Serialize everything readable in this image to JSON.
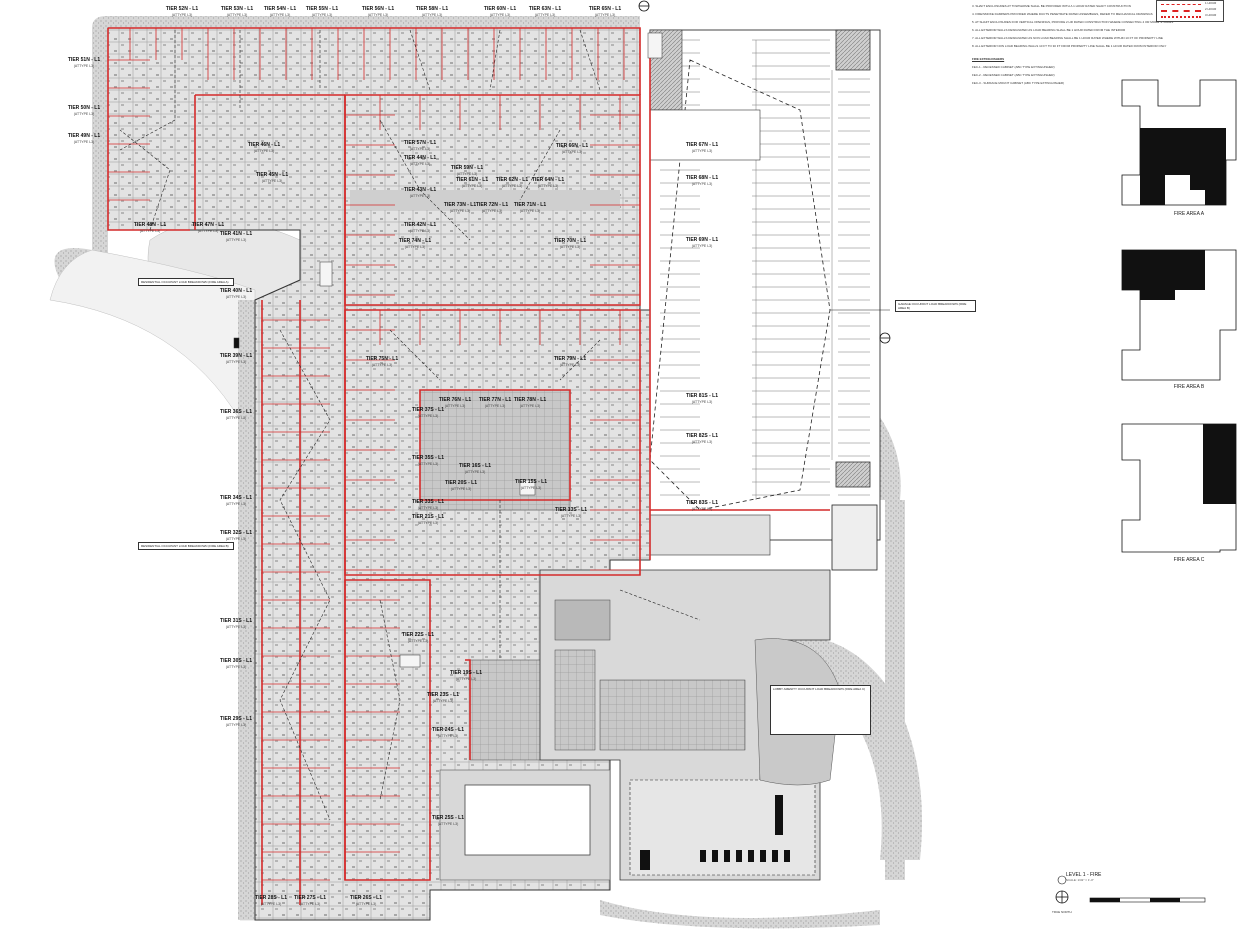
{
  "plan": {
    "tiers": [
      {
        "label": "TIER 52N - L1",
        "sub": "(ATTYPE L3)"
      },
      {
        "label": "TIER 53N - L1",
        "sub": "(ATTYPE L3)"
      },
      {
        "label": "TIER 54N - L1",
        "sub": "(ATTYPE L3)"
      },
      {
        "label": "TIER 55N - L1",
        "sub": "(ATTYPE L3)"
      },
      {
        "label": "TIER 56N - L1",
        "sub": "(ATTYPE L3)"
      },
      {
        "label": "TIER 58N - L1",
        "sub": "(ATTYPE L3)"
      },
      {
        "label": "TIER 60N - L1",
        "sub": "(ATTYPE L3)"
      },
      {
        "label": "TIER 63N - L1",
        "sub": "(ATTYPE L3)"
      },
      {
        "label": "TIER 65N - L1",
        "sub": "(ATTYPE L3)"
      },
      {
        "label": "TIER 51N - L1",
        "sub": "(ATTYPE L3)"
      },
      {
        "label": "TIER 50N - L1",
        "sub": "(ATTYPE L3)"
      },
      {
        "label": "TIER 49N - L1",
        "sub": "(ATTYPE L3)"
      },
      {
        "label": "TIER 46N - L1",
        "sub": "(ATTYPE L3)"
      },
      {
        "label": "TIER 45N - L1",
        "sub": "(ATTYPE L3)"
      },
      {
        "label": "TIER 48N - L1",
        "sub": "(ATTYPE L3)"
      },
      {
        "label": "TIER 47N - L1",
        "sub": "(ATTYPE L3)"
      },
      {
        "label": "TIER 41N - L1",
        "sub": "(ATTYPE L3)"
      },
      {
        "label": "TIER 40N - L1",
        "sub": "(ATTYPE L3)"
      },
      {
        "label": "TIER 39N - L1",
        "sub": "(ATTYPE L3)"
      },
      {
        "label": "TIER 36S - L1",
        "sub": "(ATTYPE L3)"
      },
      {
        "label": "TIER 34S - L1",
        "sub": "(ATTYPE L3)"
      },
      {
        "label": "TIER 32S - L1",
        "sub": "(ATTYPE L3)"
      },
      {
        "label": "TIER 31S - L1",
        "sub": "(ATTYPE L3)"
      },
      {
        "label": "TIER 30S - L1",
        "sub": "(ATTYPE L3)"
      },
      {
        "label": "TIER 29S - L1",
        "sub": "(ATTYPE L3)"
      },
      {
        "label": "TIER 28S - L1",
        "sub": "(ATTYPE L3)"
      },
      {
        "label": "TIER 27S - L1",
        "sub": "(ATTYPE L3)"
      },
      {
        "label": "TIER 26S - L1",
        "sub": "(ATTYPE L3)"
      },
      {
        "label": "TIER 57N - L1",
        "sub": "(ATTYPE L3)"
      },
      {
        "label": "TIER 44N - L1",
        "sub": "(ATTYPE L3)"
      },
      {
        "label": "TIER 59N - L1",
        "sub": "(ATTYPE L3)"
      },
      {
        "label": "TIER 61N - L1",
        "sub": "(ATTYPE L3)"
      },
      {
        "label": "TIER 62N - L1",
        "sub": "(ATTYPE L3)"
      },
      {
        "label": "TIER 64N - L1",
        "sub": "(ATTYPE L3)"
      },
      {
        "label": "TIER 66N - L1",
        "sub": "(ATTYPE L3)"
      },
      {
        "label": "TIER 43N - L1",
        "sub": "(ATTYPE L3)"
      },
      {
        "label": "TIER 42N - L1",
        "sub": "(ATTYPE L3)"
      },
      {
        "label": "TIER 73N - L1",
        "sub": "(ATTYPE L3)"
      },
      {
        "label": "TIER 72N - L1",
        "sub": "(ATTYPE L3)"
      },
      {
        "label": "TIER 71N - L1",
        "sub": "(ATTYPE L3)"
      },
      {
        "label": "TIER 74N - L1",
        "sub": "(ATTYPE L3)"
      },
      {
        "label": "TIER 70N - L1",
        "sub": "(ATTYPE L3)"
      },
      {
        "label": "TIER 75N - L1",
        "sub": "(ATTYPE L3)"
      },
      {
        "label": "TIER 79N - L1",
        "sub": "(ATTYPE L3)"
      },
      {
        "label": "TIER 76N - L1",
        "sub": "(ATTYPE L3)"
      },
      {
        "label": "TIER 77N - L1",
        "sub": "(ATTYPE L3)"
      },
      {
        "label": "TIER 78N - L1",
        "sub": "(ATTYPE L3)"
      },
      {
        "label": "TIER 37S - L1",
        "sub": "(ATTYPE L3)"
      },
      {
        "label": "TIER 35S - L1",
        "sub": "(ATTYPE L3)"
      },
      {
        "label": "TIER 16S - L1",
        "sub": "(ATTYPE L3)"
      },
      {
        "label": "TIER 20S - L1",
        "sub": "(ATTYPE L3)"
      },
      {
        "label": "TIER 15S - L1",
        "sub": "(ATTYPE L3)"
      },
      {
        "label": "TIER 33S - L1",
        "sub": "(ATTYPE L3)"
      },
      {
        "label": "TIER 13S - L1",
        "sub": "(ATTYPE L3)"
      },
      {
        "label": "TIER 21S - L1",
        "sub": "(ATTYPE L3)"
      },
      {
        "label": "TIER 22S - L1",
        "sub": "(ATTYPE L3)"
      },
      {
        "label": "TIER 19S - L1",
        "sub": "(ATTYPE L3)"
      },
      {
        "label": "TIER 23S - L1",
        "sub": "(ATTYPE L3)"
      },
      {
        "label": "TIER 24S - L1",
        "sub": "(ATTYPE L3)"
      },
      {
        "label": "TIER 25S - L1",
        "sub": "(ATTYPE L3)"
      },
      {
        "label": "TIER 67N - L1",
        "sub": "(ATTYPE L3)"
      },
      {
        "label": "TIER 68N - L1",
        "sub": "(ATTYPE L3)"
      },
      {
        "label": "TIER 69N - L1",
        "sub": "(ATTYPE L3)"
      },
      {
        "label": "TIER 81S - L1",
        "sub": "(ATTYPE L3)"
      },
      {
        "label": "TIER 82S - L1",
        "sub": "(ATTYPE L3)"
      },
      {
        "label": "TIER 83S - L1",
        "sub": "(ATTYPE L3)"
      }
    ],
    "callouts": [
      "RESIDENTIAL OCCUPANT LOAD BREAKDOWN (FIRE AREA A)",
      "RESIDENTIAL OCCUPANT LOAD BREAKDOWN (FIRE AREA B)",
      "LOBBY AMENITY OCCUPANT LOAD BREAKDOWN (FIRE AREA C)",
      "GARAGE OCCUPANT LOAD BREAKDOWN (FIRE AREA B)"
    ]
  },
  "notes": {
    "general": [
      "3. SHAFT ENCLOSURES AT TOWNHOME SHALL BE PROVIDED WITH A 1 HOUR RATED SHAFT CONSTRUCTION",
      "4. FIRE/SMOKE DAMPERS PROVIDED WHERE DUCTS PENETRATE RATED ASSEMBLIES, REFER TO MECHANICAL DRAWINGS",
      "5. AT SHAFT ENCLOSURES FOR VERTICAL OPENINGS, PROVIDE 2 HR RATED CONSTRUCTION WHERE CONNECTING 4 OR MORE STORIES",
      "6. ALL EXTERIOR WALLS DESIGNATED AS LOAD BEARING SHALL BE 1 HOUR RATED FROM THE INTERIOR",
      "7. ALL EXTERIOR WALLS DESIGNATED AS NON LOAD BEARING SHALL BE 1 HOUR RATED WHERE WITHIN 10 FT OF PROPERTY LINE",
      "8. ALL EXTERIOR NON LOAD BEARING WALLS 10 FT TO 30 FT FROM PROPERTY LINE SHALL BE 1 HOUR RATED FROM INTERIOR ONLY"
    ],
    "heading": "FIRE EXTINGUISHERS",
    "extinguishers": [
      "FEC-1 - RECESSED CABINET (ABC TYPE EXTINGUISHER)",
      "FEC-2 - RECESSED CABINET (ABC TYPE EXTINGUISHER)",
      "FEC-3 - SURFACE MOUNT CABINET (ABC TYPE EXTINGUISHER)"
    ]
  },
  "legend": [
    "1 HOUR",
    "2 HOUR",
    "3 HOUR"
  ],
  "fire_areas": [
    "FIRE AREA A",
    "FIRE AREA B",
    "FIRE AREA C"
  ],
  "title": {
    "name": "LEVEL 1 - FIRE",
    "scale": "SCALE: 1/32\" = 1'-0\""
  },
  "north": "TRUE NORTH",
  "colors": {
    "rated_wall": "#d42a2a",
    "fill": "#bdbdbd",
    "dark": "#555555"
  }
}
